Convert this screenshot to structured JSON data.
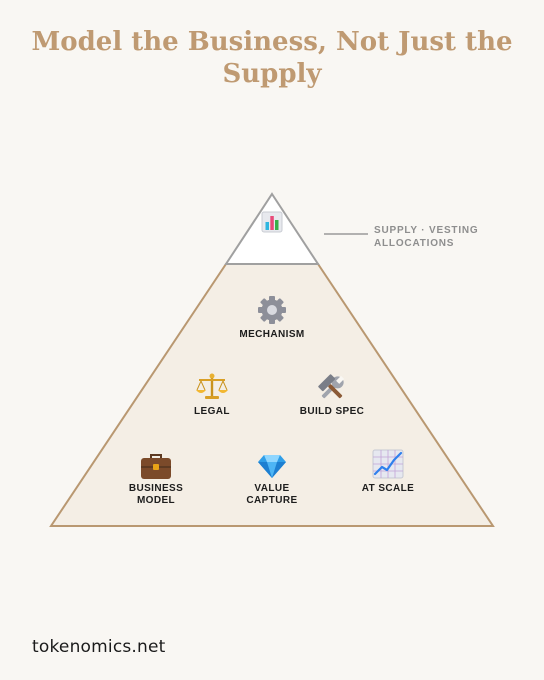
{
  "title": {
    "line1": "Model the Business, Not Just the",
    "line2": "Supply"
  },
  "apex": {
    "icon": "bar-chart-icon",
    "callout_line1": "SUPPLY · VESTING",
    "callout_line2": "ALLOCATIONS"
  },
  "layers": {
    "mechanism": {
      "label": "MECHANISM",
      "icon": "gear-icon"
    },
    "legal": {
      "label": "LEGAL",
      "icon": "balance-scale-icon"
    },
    "build_spec": {
      "label": "BUILD SPEC",
      "icon": "hammer-wrench-icon"
    },
    "business_model": {
      "line1": "BUSINESS",
      "line2": "MODEL",
      "icon": "briefcase-icon"
    },
    "value_capture": {
      "line1": "VALUE",
      "line2": "CAPTURE",
      "icon": "gem-icon"
    },
    "at_scale": {
      "label": "AT SCALE",
      "icon": "growth-chart-icon"
    }
  },
  "colors": {
    "title": "#bf9a72",
    "pyramid_outline": "#b99871",
    "pyramid_fill": "#f4eee5",
    "apex_outline": "#a0a0a0",
    "callout_text": "#8e8e8e"
  },
  "brand": "tokenomics.net"
}
